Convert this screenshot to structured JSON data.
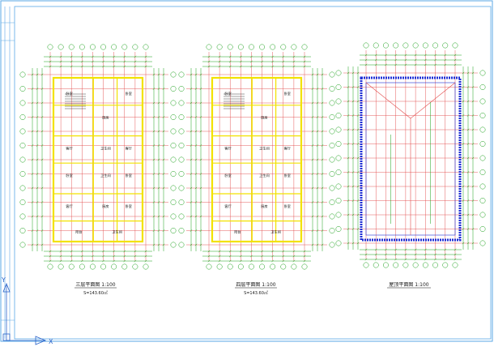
{
  "plans": [
    {
      "id": "third-floor",
      "title": "三层平面图 1:100",
      "subtitle": "S=143.60㎡",
      "rooms": [
        "卧室",
        "卧室",
        "厨房",
        "卫生间",
        "客厅",
        "客厅",
        "卧室",
        "卫生间",
        "卧室",
        "厨房",
        "客厅",
        "卧室",
        "阳台",
        "卫生间"
      ]
    },
    {
      "id": "fourth-floor",
      "title": "四层平面图 1:100",
      "subtitle": "S=143.60㎡",
      "rooms": [
        "卧室",
        "卧室",
        "厨房",
        "卫生间",
        "客厅",
        "客厅",
        "卧室",
        "卫生间",
        "卧室",
        "厨房",
        "客厅",
        "卧室",
        "阳台",
        "卫生间"
      ]
    },
    {
      "id": "roof",
      "title": "屋顶平面图 1:100",
      "subtitle": "",
      "rooms": []
    }
  ],
  "ucs": {
    "x_label": "X",
    "y_label": "Y"
  },
  "colors": {
    "grid": "#e24a4a",
    "axis": "#1aa01a",
    "walls": "#f2e200",
    "dims": "#19a019",
    "roof_edge": "#1f2fd6",
    "frame": "#5aa7e6",
    "text": "#111111"
  }
}
